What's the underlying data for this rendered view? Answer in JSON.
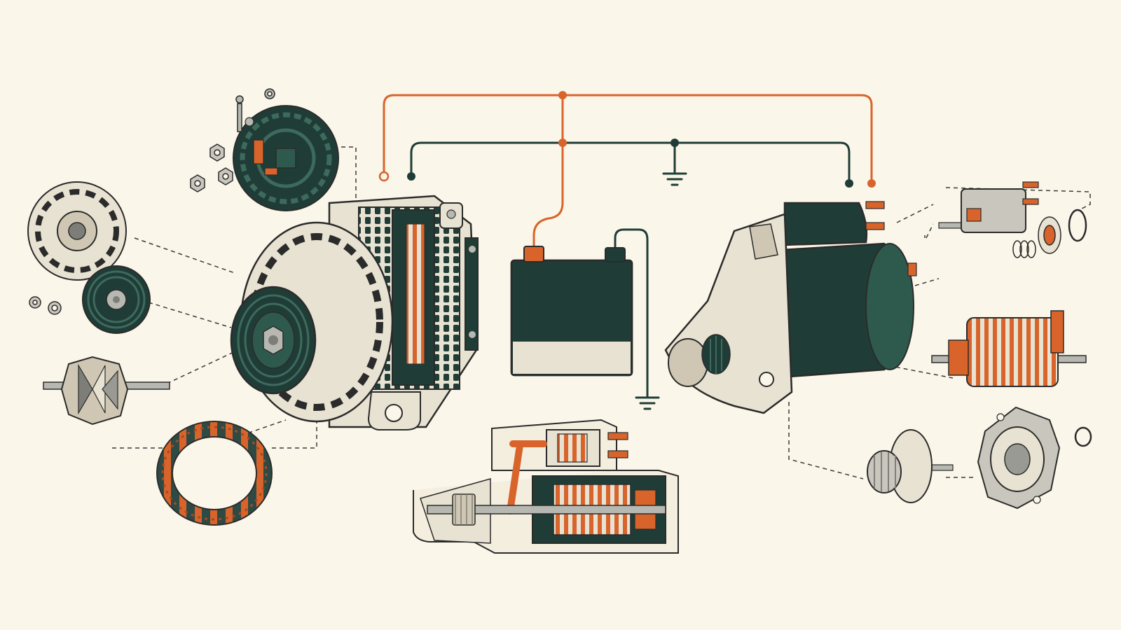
{
  "diagram": {
    "background": "#FBF6EA",
    "palette": {
      "ink": "#2B2B2B",
      "dark_green": "#1F3D36",
      "dark_green_2": "#2E5A4E",
      "cream": "#E8E2D2",
      "cream_shadow": "#CFC7B3",
      "copper": "#D8642B",
      "copper_dark": "#A84A1E",
      "metal": "#B8B8B2",
      "metal_dark": "#7E7E78"
    },
    "components": [
      {
        "id": "alternator",
        "icon": "alternator-icon"
      },
      {
        "id": "alternator-rear-cover",
        "icon": "rear-cover-icon"
      },
      {
        "id": "alternator-front-housing",
        "icon": "front-housing-icon"
      },
      {
        "id": "alternator-pulley",
        "icon": "pulley-icon"
      },
      {
        "id": "alternator-rotor",
        "icon": "rotor-icon"
      },
      {
        "id": "alternator-stator",
        "icon": "stator-icon"
      },
      {
        "id": "battery",
        "icon": "battery-icon"
      },
      {
        "id": "starter-motor",
        "icon": "starter-motor-icon"
      },
      {
        "id": "starter-cutaway",
        "icon": "cutaway-icon"
      },
      {
        "id": "solenoid",
        "icon": "solenoid-icon"
      },
      {
        "id": "armature",
        "icon": "armature-icon"
      },
      {
        "id": "pinion-gear",
        "icon": "pinion-gear-icon"
      },
      {
        "id": "drive-end-housing",
        "icon": "drive-end-housing-icon"
      }
    ],
    "wires": [
      {
        "id": "positive-wire",
        "color": "#D8642B"
      },
      {
        "id": "ground-wire",
        "color": "#1F3D36"
      }
    ]
  }
}
